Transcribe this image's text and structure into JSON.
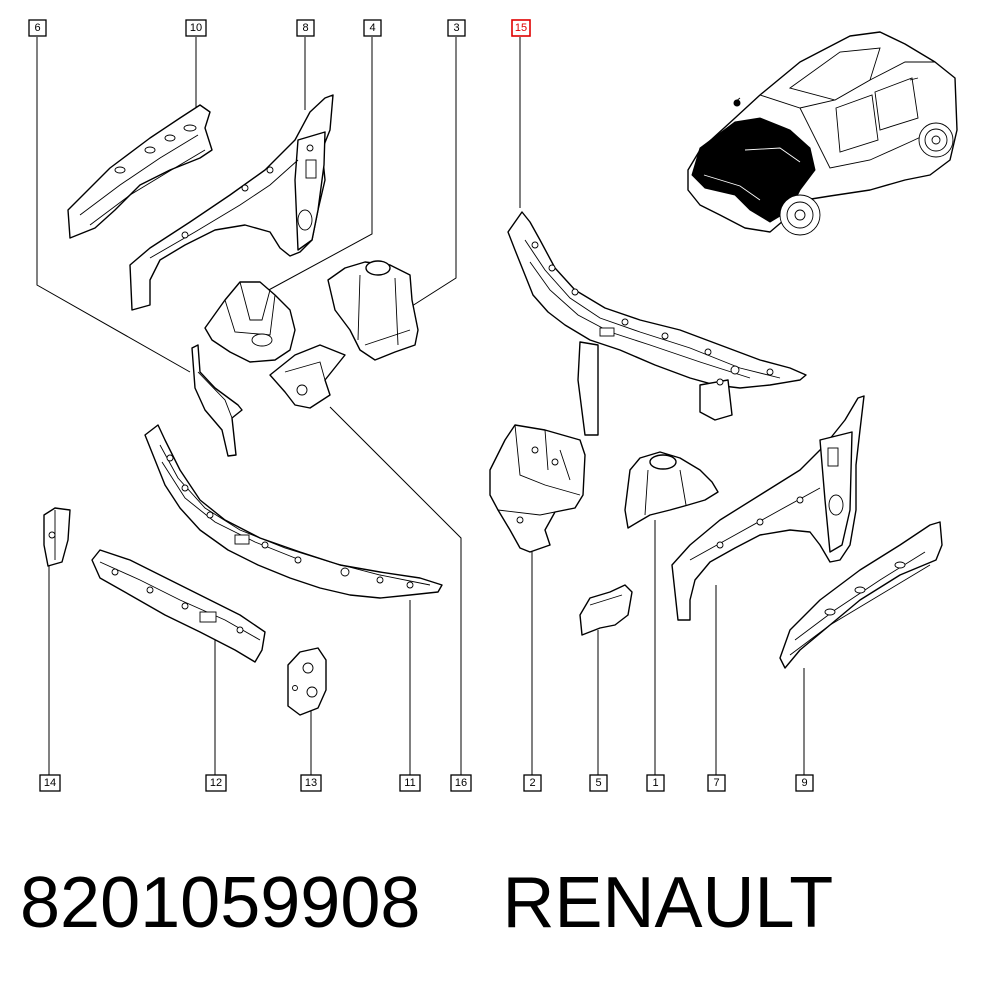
{
  "callouts": {
    "c1": "1",
    "c2": "2",
    "c3": "3",
    "c4": "4",
    "c5": "5",
    "c6": "6",
    "c7": "7",
    "c8": "8",
    "c9": "9",
    "c10": "10",
    "c11": "11",
    "c12": "12",
    "c13": "13",
    "c14": "14",
    "c15": "15",
    "c16": "16"
  },
  "highlighted_callout": "15",
  "highlight_color": "#e00000",
  "footer": {
    "part_number": "8201059908",
    "brand": "RENAULT"
  }
}
